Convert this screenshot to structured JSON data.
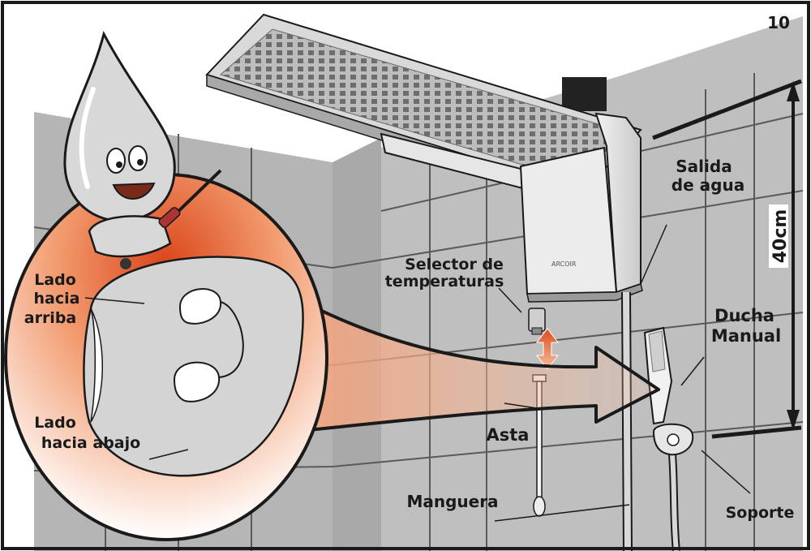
{
  "page_number": "10",
  "labels": {
    "salida_agua_line1": "Salida",
    "salida_agua_line2": "de agua",
    "selector_line1": "Selector de",
    "selector_line2": "temperaturas",
    "ducha_line1": "Ducha",
    "ducha_line2": "Manual",
    "asta": "Asta",
    "manguera": "Manguera",
    "soporte": "Soporte",
    "lado_arriba_line1": "Lado",
    "lado_arriba_line2": "hacia",
    "lado_arriba_line3": "arriba",
    "lado_abajo_line1": "Lado",
    "lado_abajo_line2": "hacia abajo"
  },
  "dimension": "40cm",
  "brand_mark": "ARCOIR",
  "colors": {
    "outline": "#1a1a1a",
    "tile": "#b9b9b9",
    "grout": "#555555",
    "fixture": "#dcdcdc",
    "zoom_bubble": "#e8561e",
    "arrow_accent": "#f07a3a"
  }
}
